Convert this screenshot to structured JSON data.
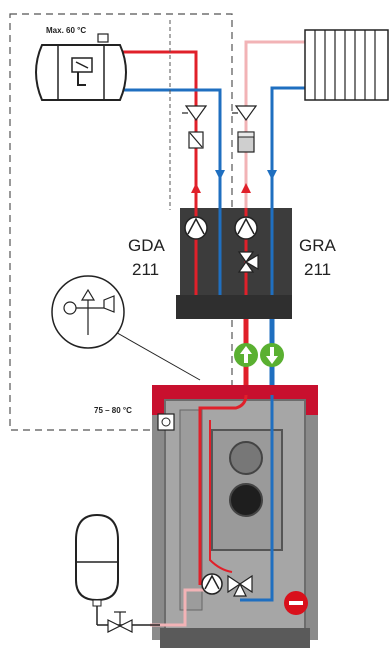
{
  "labels": {
    "storage_max_temp": "Max. 60 °C",
    "boiler_temp_range": "75 – 80 °C",
    "gda_name": "GDA",
    "gda_number": "211",
    "gra_name": "GRA",
    "gra_number": "211"
  },
  "colors": {
    "supply": "#e0202a",
    "return": "#1f6fc0",
    "pink_supply": "#f2b3b6",
    "light_return": "#9cc3e8",
    "module_dark": "#3c3c3c",
    "boiler_body": "#8a8a8a",
    "boiler_top": "#c8102e",
    "green_indicator": "#5ab031",
    "stop_red": "#d9101b"
  },
  "icons": {
    "supply_indicator": "arrow-up-circle-icon",
    "return_indicator": "arrow-down-circle-icon",
    "minus_indicator": "minus-circle-icon",
    "safety_group": "safety-valve-group-icon"
  }
}
